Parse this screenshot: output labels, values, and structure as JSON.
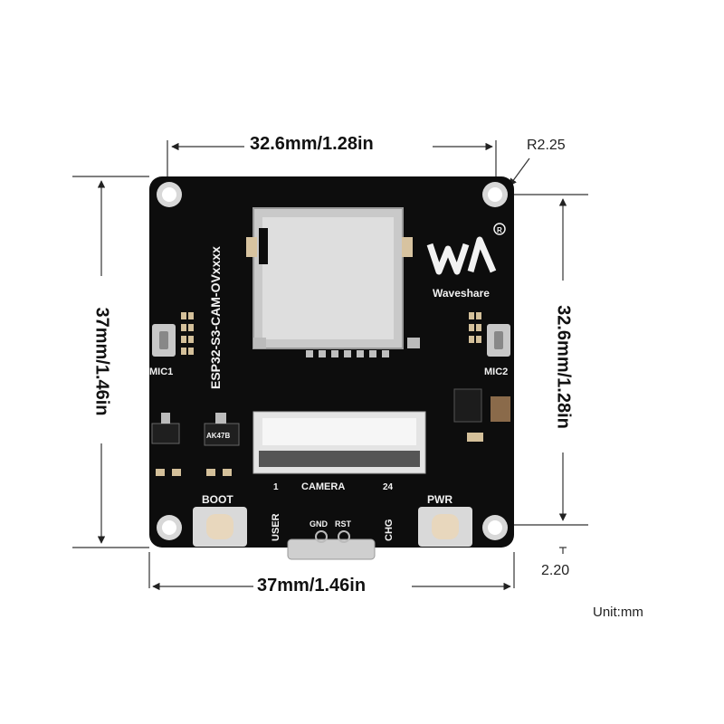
{
  "dimensions": {
    "top_width": "32.6mm/1.28in",
    "bottom_width": "37mm/1.46in",
    "left_height": "37mm/1.46in",
    "right_height": "32.6mm/1.28in",
    "corner_radius": "R2.25",
    "hole_offset": "2.20",
    "unit": "Unit:mm"
  },
  "board": {
    "model": "ESP32-S3-CAM-OVxxxx",
    "brand": "Waveshare",
    "mic_left": "MIC1",
    "mic_right": "MIC2",
    "camera_label": "CAMERA",
    "camera_pin_start": "1",
    "camera_pin_end": "24",
    "boot_label": "BOOT",
    "pwr_label": "PWR",
    "user_label": "USER",
    "chg_label": "CHG",
    "gnd_label": "GND",
    "rst_label": "RST",
    "regulator_mark": "AK47B"
  },
  "colors": {
    "pcb": "#0d0d0d",
    "silkscreen": "#f2f2f2",
    "metal": "#c9c9c9",
    "button": "#e8d7bd"
  }
}
